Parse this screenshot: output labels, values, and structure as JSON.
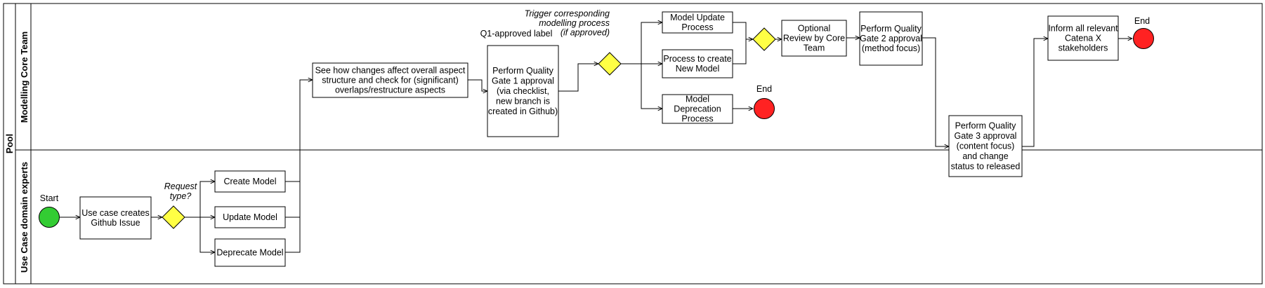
{
  "pool": {
    "label": "Pool"
  },
  "lanes": {
    "top": {
      "label": "Modelling Core Team"
    },
    "bottom": {
      "label": "Use Case domain experts"
    }
  },
  "events": {
    "start": {
      "label": "Start",
      "color": "#33cc33"
    },
    "end1": {
      "label": "End",
      "color": "#ff2222"
    },
    "end2": {
      "label": "End",
      "color": "#ff2222"
    }
  },
  "gateway_color": "#ffff44",
  "tasks": {
    "create_issue": [
      "Use case creates",
      "Github Issue"
    ],
    "create_model": [
      "Create Model"
    ],
    "update_model": [
      "Update Model"
    ],
    "deprecate_model": [
      "Deprecate Model"
    ],
    "see_changes": [
      "See how changes affect overall aspect",
      "structure and check for (significant)",
      "overlaps/restructure aspects"
    ],
    "qg1": [
      "Perform Quality",
      "Gate 1 approval",
      "(via checklist,",
      "new branch is",
      "created in Github)"
    ],
    "model_update_process": [
      "Model Update",
      "Process"
    ],
    "new_model_process": [
      "Process to create",
      "New Model"
    ],
    "deprecation_process": [
      "Model",
      "Deprecation",
      "Process"
    ],
    "optional_review": [
      "Optional",
      "Review by Core",
      "Team"
    ],
    "qg2": [
      "Perform Quality",
      "Gate 2 approval",
      "(method focus)"
    ],
    "qg3": [
      "Perform Quality",
      "Gate 3 approval",
      "(content focus)",
      "and change",
      "status to released"
    ],
    "inform": [
      "Inform all relevant",
      "Catena X",
      "stakeholders"
    ]
  },
  "annotations": {
    "request_type": [
      "Request",
      "type?"
    ],
    "q1_label": [
      "Q1-approved label"
    ],
    "trigger": [
      "Trigger corresponding",
      "modelling process",
      "(if approved)"
    ]
  }
}
